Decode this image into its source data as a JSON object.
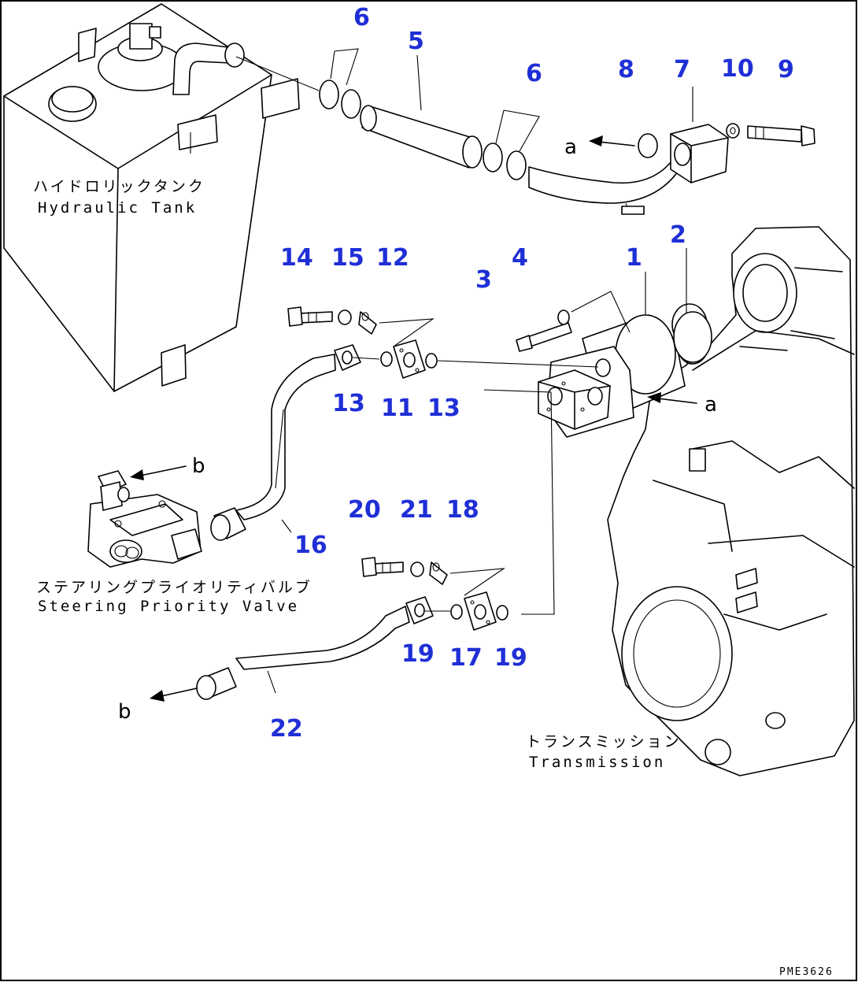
{
  "labels": {
    "tank_jp": "ハイドロリックタンク",
    "tank_en": "Hydraulic Tank",
    "valve_jp": "ステアリングプライオリティバルブ",
    "valve_en": "Steering Priority Valve",
    "trans_jp": "トランスミッション",
    "trans_en": "Transmission",
    "code": "PME3626"
  },
  "letters": {
    "a": "a",
    "b": "b"
  },
  "parts": [
    "1",
    "2",
    "3",
    "4",
    "5",
    "6",
    "7",
    "8",
    "9",
    "10",
    "11",
    "12",
    "13",
    "14",
    "15",
    "16",
    "17",
    "18",
    "19",
    "20",
    "21",
    "22"
  ]
}
